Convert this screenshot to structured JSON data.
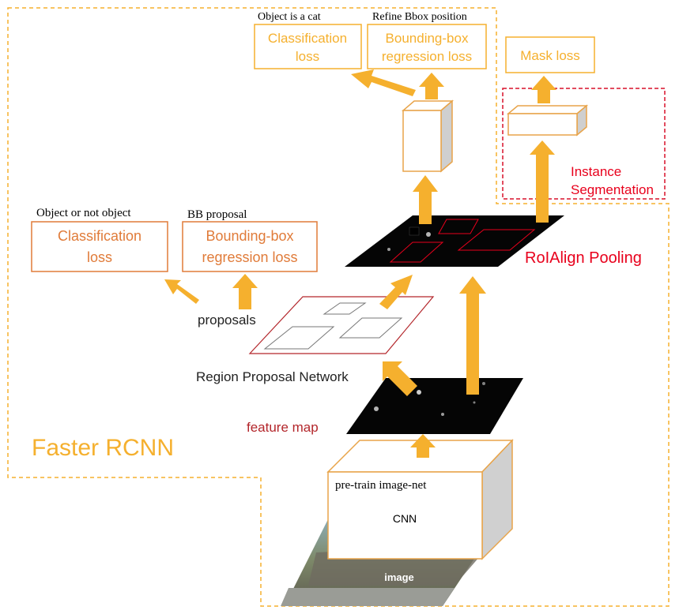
{
  "colors": {
    "accent_orange": "#f5b02e",
    "box_orange": "#e8a44a",
    "loss_orange": "#e07b39",
    "label_red": "#e8001c",
    "map_black": "#050505",
    "dashed_red": "#d9112a"
  },
  "faster_rcnn": {
    "title": "Faster RCNN"
  },
  "top_losses": {
    "classification": {
      "caption": "Object is a cat",
      "line1": "Classification",
      "line2": "loss"
    },
    "bbox": {
      "caption": "Refine Bbox position",
      "line1": "Bounding-box",
      "line2": "regression loss"
    }
  },
  "mask": {
    "label": "Mask loss"
  },
  "instance_segmentation": {
    "line1": "Instance",
    "line2": "Segmentation"
  },
  "rpn_losses": {
    "classification": {
      "caption": "Object or not object",
      "line1": "Classification",
      "line2": "loss"
    },
    "bbox": {
      "caption": "BB proposal",
      "line1": "Bounding-box",
      "line2": "regression loss"
    }
  },
  "roi_align": {
    "label": "RoIAlign Pooling"
  },
  "proposals": {
    "label": "proposals"
  },
  "rpn": {
    "label": "Region Proposal Network"
  },
  "feature_map": {
    "label": "feature map"
  },
  "cnn": {
    "caption": "pre-train image-net",
    "label": "CNN"
  },
  "input_image": {
    "label": "image"
  }
}
